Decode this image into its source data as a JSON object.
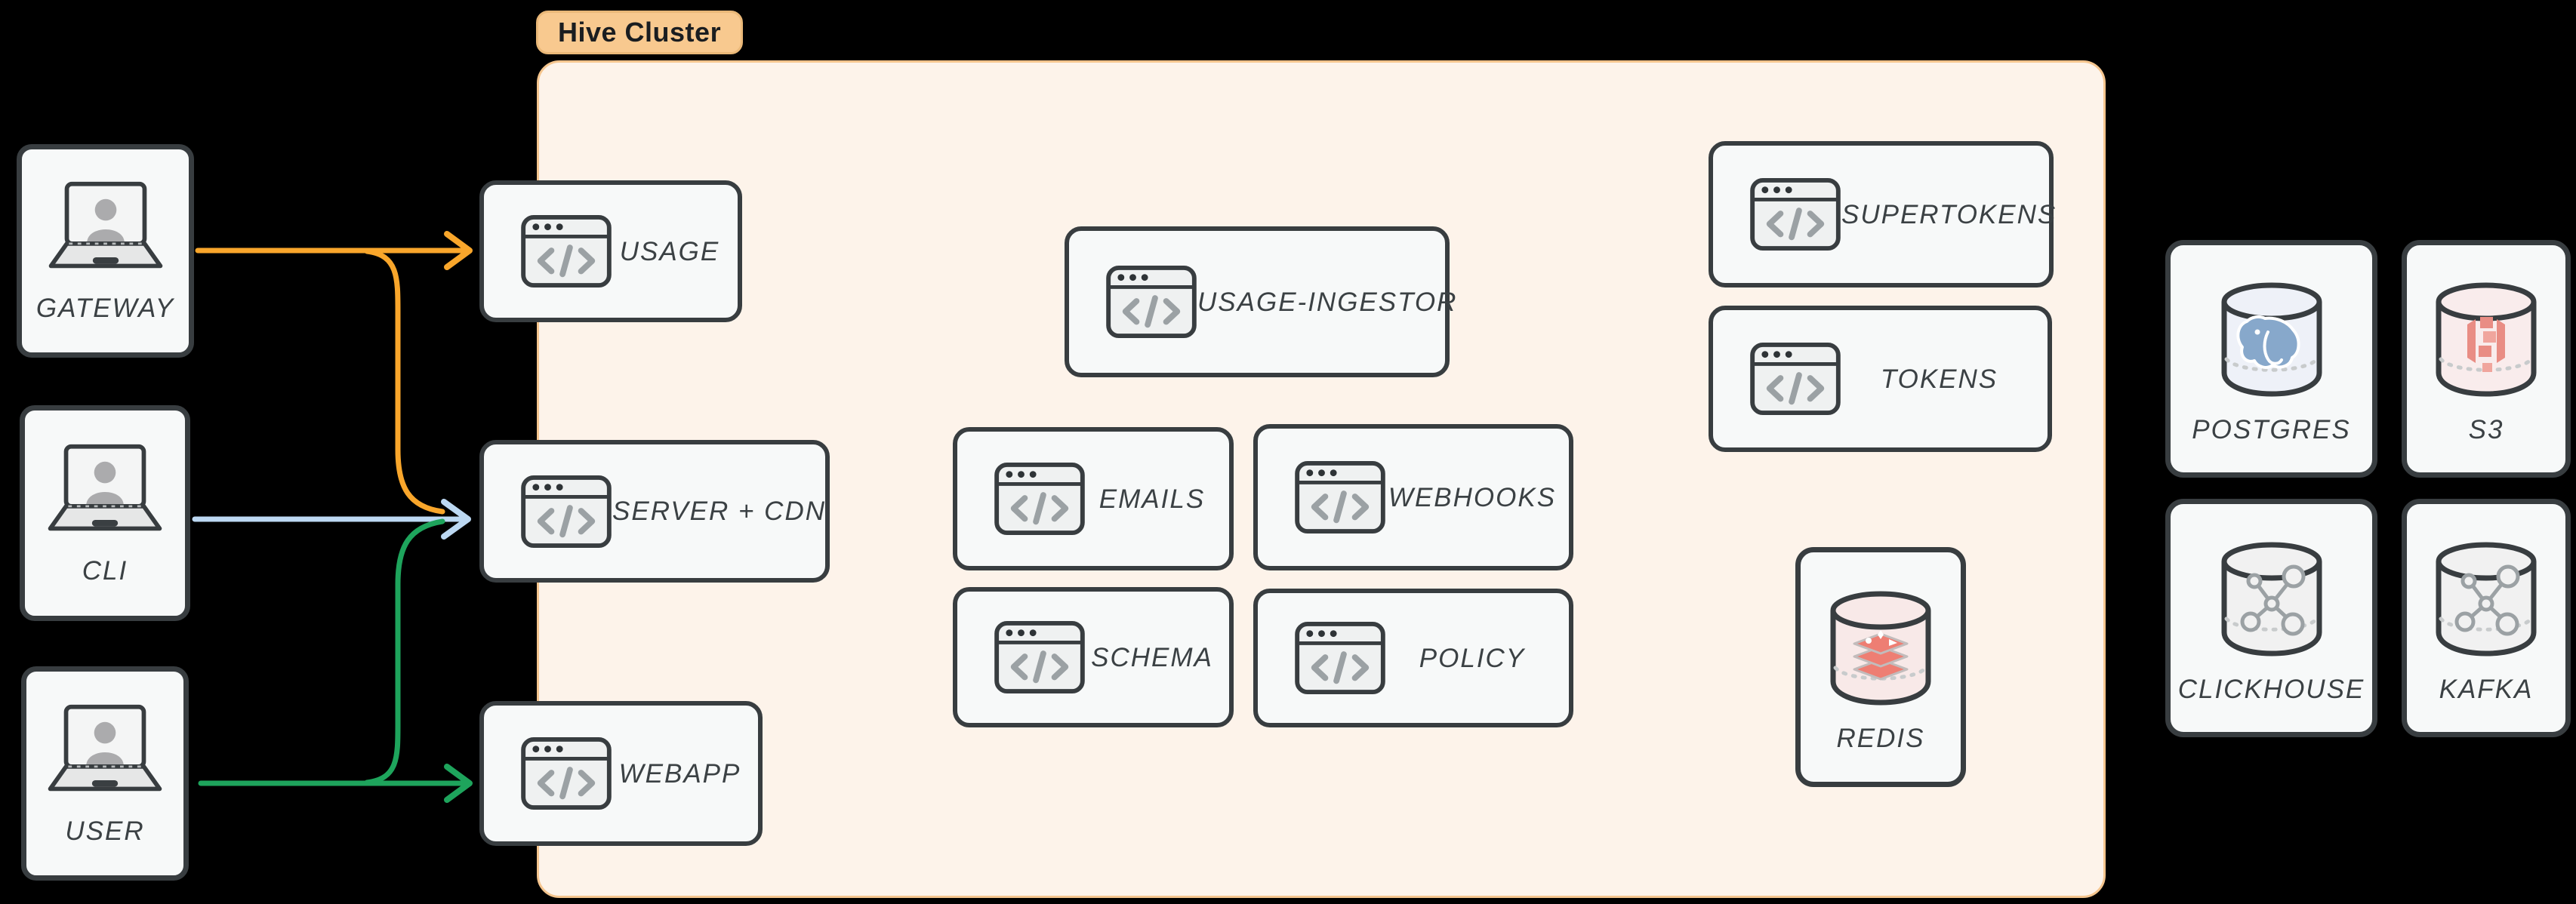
{
  "cluster": {
    "label": "Hive Cluster"
  },
  "clients": {
    "gateway": {
      "label": "GATEWAY",
      "icon": "laptop-user-icon"
    },
    "cli": {
      "label": "CLI",
      "icon": "laptop-user-icon"
    },
    "user": {
      "label": "USER",
      "icon": "laptop-user-icon"
    }
  },
  "services": {
    "usage": {
      "label": "USAGE",
      "icon": "code-window-icon"
    },
    "server_cdn": {
      "label": "SERVER + CDN",
      "icon": "code-window-icon"
    },
    "webapp": {
      "label": "WEBAPP",
      "icon": "code-window-icon"
    },
    "usage_ingestor": {
      "label": "USAGE-INGESTOR",
      "icon": "code-window-icon"
    },
    "emails": {
      "label": "EMAILS",
      "icon": "code-window-icon"
    },
    "webhooks": {
      "label": "WEBHOOKS",
      "icon": "code-window-icon"
    },
    "schema": {
      "label": "SCHEMA",
      "icon": "code-window-icon"
    },
    "policy": {
      "label": "POLICY",
      "icon": "code-window-icon"
    },
    "supertokens": {
      "label": "SUPERTOKENS",
      "icon": "code-window-icon"
    },
    "tokens": {
      "label": "TOKENS",
      "icon": "code-window-icon"
    }
  },
  "datastores": {
    "redis": {
      "label": "REDIS",
      "icon": "redis-database-icon"
    },
    "postgres": {
      "label": "POSTGRES",
      "icon": "postgres-database-icon"
    },
    "s3": {
      "label": "S3",
      "icon": "s3-database-icon"
    },
    "clickhouse": {
      "label": "CLICKHOUSE",
      "icon": "graph-database-icon"
    },
    "kafka": {
      "label": "KAFKA",
      "icon": "graph-database-icon"
    }
  },
  "edges": [
    {
      "from": "GATEWAY",
      "to": "USAGE",
      "color_key": "arrow_orange"
    },
    {
      "from": "GATEWAY",
      "to": "SERVER + CDN",
      "color_key": "arrow_orange"
    },
    {
      "from": "CLI",
      "to": "SERVER + CDN",
      "color_key": "arrow_blue"
    },
    {
      "from": "USER",
      "to": "SERVER + CDN",
      "color_key": "arrow_green"
    },
    {
      "from": "USER",
      "to": "WEBAPP",
      "color_key": "arrow_green"
    }
  ],
  "colors": {
    "background": "#000000",
    "node_fill": "#f7f9f9",
    "node_border": "#383d40",
    "label_text": "#3b4144",
    "icon_gray": "#9ba1a4",
    "cluster_fill": "#fdf3ea",
    "cluster_border": "#f5c58e",
    "badge_fill": "#f8c98f",
    "badge_border": "#eab878",
    "badge_text": "#1a1d20",
    "arrow_orange": "#f9a62b",
    "arrow_blue": "#bcd8f2",
    "arrow_green": "#1ea45c",
    "postgres_fill": "#eef1f8",
    "postgres_logo": "#87a8cb",
    "s3_fill": "#f9ecec",
    "s3_logo": "#e98d84",
    "redis_fill": "#f8e9e8",
    "redis_logo": "#ee7e73",
    "neutral_fill": "#f1f1f1"
  }
}
